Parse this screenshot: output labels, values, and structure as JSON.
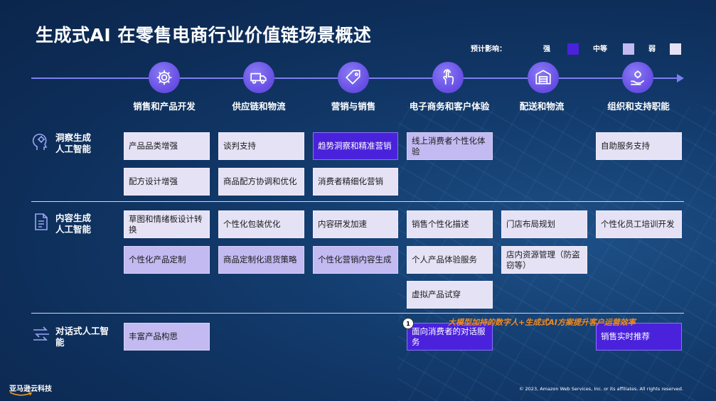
{
  "title": "生成式AI 在零售电商行业价值链场景概述",
  "legend": {
    "label": "预计影响：",
    "strong": "强",
    "medium": "中等",
    "weak": "弱",
    "colors": {
      "strong": "#4a22dc",
      "medium": "#c2baf1",
      "weak": "#e6e2f6"
    }
  },
  "stages": [
    {
      "label": "销售和产品开发",
      "icon": "gear-icon"
    },
    {
      "label": "供应链和物流",
      "icon": "delivery-truck-icon"
    },
    {
      "label": "营销与销售",
      "icon": "price-tag-icon"
    },
    {
      "label": "电子商务和客户体验",
      "icon": "touch-hand-icon"
    },
    {
      "label": "配送和物流",
      "icon": "warehouse-icon"
    },
    {
      "label": "组织和支持职能",
      "icon": "hand-gear-icon"
    }
  ],
  "sections": [
    {
      "label_line1": "洞察生成",
      "label_line2": "人工智能",
      "icon": "head-brain-icon"
    },
    {
      "label_line1": "内容生成",
      "label_line2": "人工智能",
      "icon": "document-icon"
    },
    {
      "label_line1": "对话式人工智",
      "label_line2": "能",
      "icon": "conversation-arrows-icon"
    }
  ],
  "cells": {
    "insight": [
      {
        "text": "产品品类增强",
        "level": "weak"
      },
      {
        "text": "谈判支持",
        "level": "weak"
      },
      {
        "text": "趋势洞察和精准营销",
        "level": "strong"
      },
      {
        "text": "线上消费者个性化体验",
        "level": "mid"
      },
      {
        "text": "自助服务支持",
        "level": "weak"
      },
      {
        "text": "配方设计增强",
        "level": "weak"
      },
      {
        "text": "商品配方协调和优化",
        "level": "weak"
      },
      {
        "text": "消费者精细化营销",
        "level": "weak"
      }
    ],
    "content": [
      {
        "text": "草图和情绪板设计转换",
        "level": "weak"
      },
      {
        "text": "个性化包装优化",
        "level": "weak"
      },
      {
        "text": "内容研发加速",
        "level": "weak"
      },
      {
        "text": "销售个性化描述",
        "level": "weak"
      },
      {
        "text": "门店布局规划",
        "level": "weak"
      },
      {
        "text": "个性化员工培训开发",
        "level": "weak"
      },
      {
        "text": "个性化产品定制",
        "level": "mid"
      },
      {
        "text": "商品定制化退货策略",
        "level": "mid"
      },
      {
        "text": "个性化营销内容生成",
        "level": "mid"
      },
      {
        "text": "个人产品体验服务",
        "level": "weak"
      },
      {
        "text": "店内资源管理（防盗窃等）",
        "level": "weak"
      },
      {
        "text": "虚拟产品试穿",
        "level": "weak"
      }
    ],
    "conversation": [
      {
        "text": "丰富产品构思",
        "level": "mid"
      },
      {
        "text": "面向消费者的对话服务",
        "level": "strong"
      },
      {
        "text": "销售实时推荐",
        "level": "strong"
      }
    ]
  },
  "highlight_text": "大模型加持的数字人+生成式AI方案提升客户运营效率",
  "badge_number": "1",
  "logo": "亚马逊云科技",
  "copyright": "© 2023, Amazon Web Services, Inc. or its affiliates. All rights reserved."
}
